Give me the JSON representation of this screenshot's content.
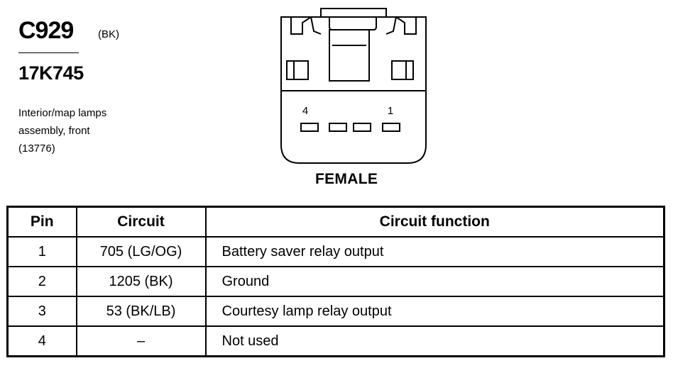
{
  "connector": {
    "id": "C929",
    "color": "(BK)",
    "part_number": "17K745",
    "description": [
      "Interior/map lamps",
      "assembly, front",
      "(13776)"
    ],
    "gender": "FEMALE",
    "face_labels": {
      "left": "4",
      "right": "1"
    }
  },
  "table": {
    "headers": {
      "pin": "Pin",
      "circuit": "Circuit",
      "function": "Circuit function"
    },
    "rows": [
      {
        "pin": "1",
        "circuit": "705 (LG/OG)",
        "function": "Battery saver relay output"
      },
      {
        "pin": "2",
        "circuit": "1205 (BK)",
        "function": "Ground"
      },
      {
        "pin": "3",
        "circuit": "53 (BK/LB)",
        "function": "Courtesy lamp relay output"
      },
      {
        "pin": "4",
        "circuit": "–",
        "function": "Not used"
      }
    ]
  }
}
